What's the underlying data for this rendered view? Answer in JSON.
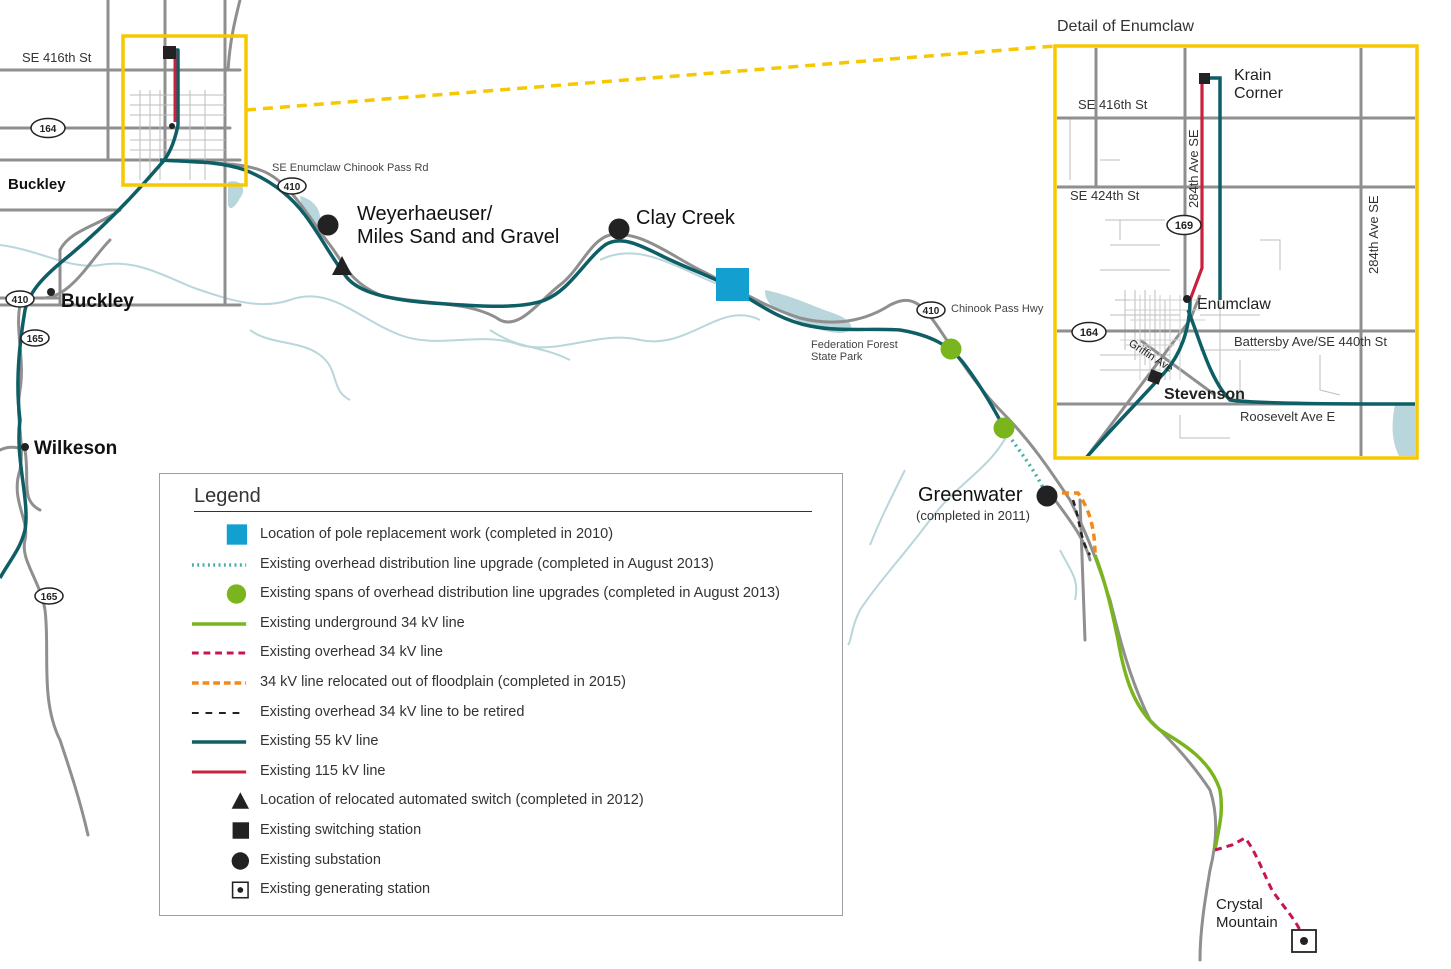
{
  "detail_title": "Detail of Enumclaw",
  "colors": {
    "road": "#8f8f8f",
    "water": "#b9d6dc",
    "line55": "#0e5e66",
    "line115": "#c8213d",
    "underground34": "#7ab51d",
    "overhead34": "#c8154d",
    "relocated34": "#f08a1c",
    "retired34": "#222222",
    "upgrade": "#45b0a6",
    "pole": "#139fd0",
    "spans": "#7ab51d",
    "inset_border": "#f5c800"
  },
  "map_labels": {
    "se416": "SE 416th St",
    "buckley_top": "Buckley",
    "buckley": "Buckley",
    "wilkeson": "Wilkeson",
    "chinook_rd": "SE Enumclaw Chinook Pass Rd",
    "weyer1": "Weyerhaeuser/",
    "weyer2": "Miles Sand and Gravel",
    "clay_creek": "Clay Creek",
    "chinook_hwy": "Chinook Pass Hwy",
    "ffsp1": "Federation Forest",
    "ffsp2": "State Park",
    "greenwater": "Greenwater",
    "greenwater_note": "(completed in 2011)",
    "crystal1": "Crystal",
    "crystal2": "Mountain"
  },
  "shields": {
    "r164": "164",
    "r410a": "410",
    "r410b": "410",
    "r165a": "165",
    "r165b": "165",
    "r410c": "410"
  },
  "inset_labels": {
    "krain1": "Krain",
    "krain2": "Corner",
    "se416": "SE 416th St",
    "se424": "SE 424th St",
    "ave284": "284th Ave SE",
    "ave284b": "284th Ave SE",
    "r169": "169",
    "r164": "164",
    "enumclaw": "Enumclaw",
    "battersby": "Battersby Ave/SE 440th St",
    "griffin": "Griffin Ave",
    "stevenson": "Stevenson",
    "roosevelt": "Roosevelt Ave E"
  },
  "legend": {
    "title": "Legend",
    "items": [
      {
        "key": "pole",
        "label": "Location of pole replacement work (completed in 2010)"
      },
      {
        "key": "upgrade",
        "label": "Existing overhead distribution line upgrade (completed in August 2013)"
      },
      {
        "key": "spans",
        "label": "Existing spans of overhead distribution line upgrades (completed in August 2013)"
      },
      {
        "key": "underground34",
        "label": "Existing underground 34 kV line"
      },
      {
        "key": "overhead34",
        "label": "Existing overhead 34 kV line"
      },
      {
        "key": "relocated34",
        "label": "34 kV line relocated out of floodplain (completed in 2015)"
      },
      {
        "key": "retired34",
        "label": "Existing overhead 34 kV line to be retired"
      },
      {
        "key": "line55",
        "label": "Existing 55 kV line"
      },
      {
        "key": "line115",
        "label": "Existing 115 kV line"
      },
      {
        "key": "switch",
        "label": "Location of relocated automated switch (completed in 2012)"
      },
      {
        "key": "switching",
        "label": "Existing switching station"
      },
      {
        "key": "substation",
        "label": "Existing substation"
      },
      {
        "key": "generating",
        "label": "Existing generating station"
      }
    ]
  }
}
